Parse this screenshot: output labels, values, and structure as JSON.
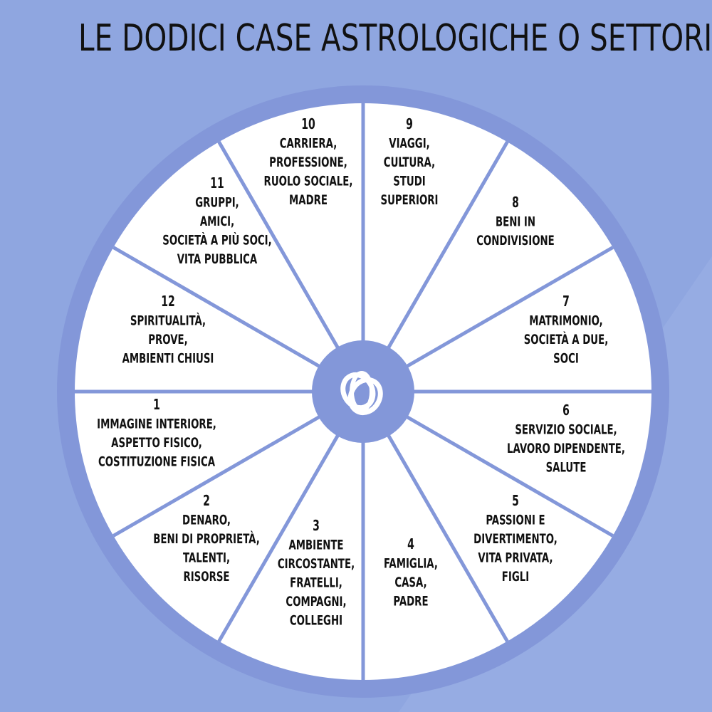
{
  "title": "LE DODICI CASE ASTROLOGICHE O SETTORI",
  "colors": {
    "background": "#8fa6e0",
    "ring": "#8397d9",
    "sector": "#ffffff",
    "divider": "#8397d9",
    "text": "#111111"
  },
  "center_icon": "interlocking-rings-logo-icon",
  "houses": [
    {
      "number": "1",
      "lines": [
        "IMMAGINE INTERIORE,",
        "ASPETTO FISICO,",
        "COSTITUZIONE FISICA"
      ]
    },
    {
      "number": "2",
      "lines": [
        "DENARO,",
        "BENI DI PROPRIETÀ,",
        "TALENTI,",
        "RISORSE"
      ]
    },
    {
      "number": "3",
      "lines": [
        "AMBIENTE",
        "CIRCOSTANTE,",
        "FRATELLI,",
        "COMPAGNI,",
        "COLLEGHI"
      ]
    },
    {
      "number": "4",
      "lines": [
        "FAMIGLIA,",
        "CASA,",
        "PADRE"
      ]
    },
    {
      "number": "5",
      "lines": [
        "PASSIONI E",
        "DIVERTIMENTO,",
        "VITA PRIVATA,",
        "FIGLI"
      ]
    },
    {
      "number": "6",
      "lines": [
        "SERVIZIO SOCIALE,",
        "LAVORO DIPENDENTE,",
        "SALUTE"
      ]
    },
    {
      "number": "7",
      "lines": [
        "MATRIMONIO,",
        "SOCIETÀ A DUE,",
        "SOCI"
      ]
    },
    {
      "number": "8",
      "lines": [
        "BENI IN",
        "CONDIVISIONE"
      ]
    },
    {
      "number": "9",
      "lines": [
        "VIAGGI,",
        "CULTURA,",
        "STUDI",
        "SUPERIORI"
      ]
    },
    {
      "number": "10",
      "lines": [
        "CARRIERA,",
        "PROFESSIONE,",
        "RUOLO SOCIALE,",
        "MADRE"
      ]
    },
    {
      "number": "11",
      "lines": [
        "GRUPPI,",
        "AMICI,",
        "SOCIETÀ A PIÙ SOCI,",
        "VITA PUBBLICA"
      ]
    },
    {
      "number": "12",
      "lines": [
        "SPIRITUALITÀ,",
        "PROVE,",
        "AMBIENTI CHIUSI"
      ]
    }
  ]
}
